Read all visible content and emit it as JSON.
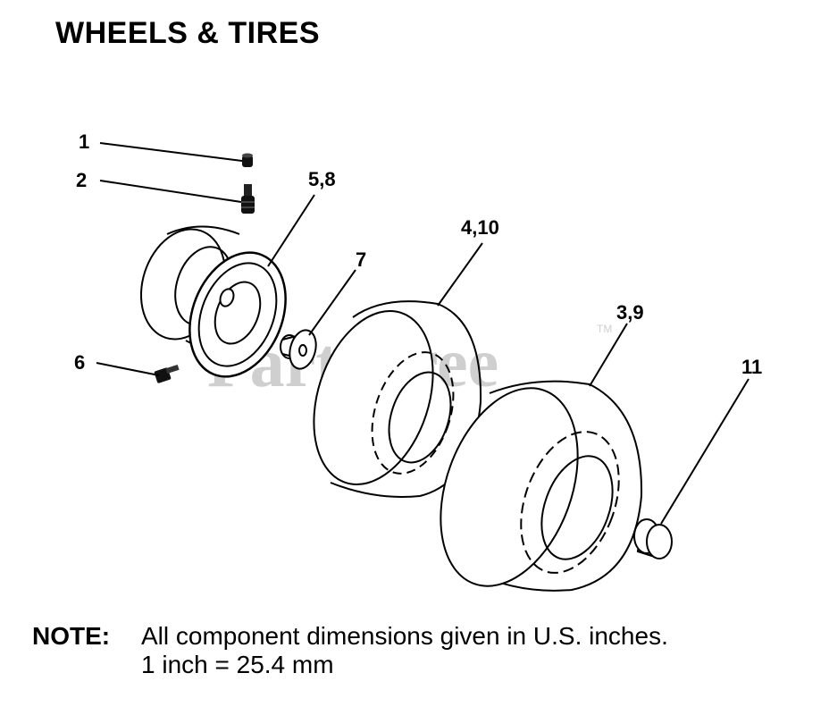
{
  "title": "WHEELS & TIRES",
  "watermark": {
    "text": "PartsTree",
    "trademark": "TM"
  },
  "callouts": [
    "1",
    "2",
    "5,8",
    "4,10",
    "7",
    "3,9",
    "6",
    "11"
  ],
  "note": {
    "label": "NOTE:",
    "line1": "All component dimensions given in U.S. inches.",
    "line2": "1 inch = 25.4 mm"
  },
  "colors": {
    "ink": "#000000",
    "watermark": "#cfcfcf",
    "background": "#ffffff"
  }
}
